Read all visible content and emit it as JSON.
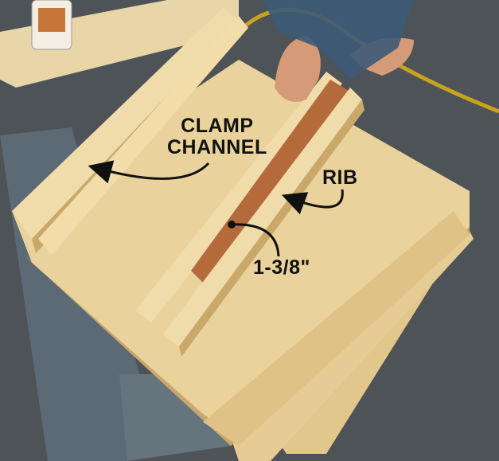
{
  "annotations": {
    "clamp_channel": [
      "CLAMP",
      "CHANNEL"
    ],
    "rib": "RIB",
    "dimension": "1-3/8\""
  },
  "colors": {
    "floor": "#4a4f52",
    "plywood": "#e6cc94",
    "plywood_edge": "#c9a86a",
    "rib_wood": "#b56a3c",
    "stand": "#5b6a74"
  }
}
